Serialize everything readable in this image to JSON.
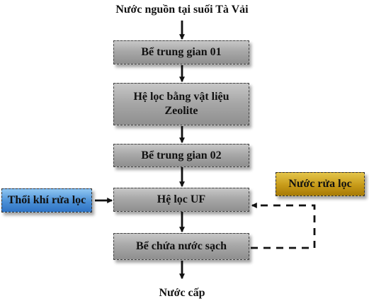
{
  "diagram": {
    "source_label": "Nước nguồn tại suối Tà Vải",
    "steps": [
      "Bể trung gian 01",
      "Hệ lọc bằng vật liệu\nZeolite",
      "Bể trung gian 02",
      "Hệ lọc UF",
      "Bể chứa nước sạch"
    ],
    "output_label": "Nước cấp",
    "left_input": "Thổi khí rửa lọc",
    "right_input": "Nước rửa lọc",
    "colors": {
      "process_box": "#a8a8a8",
      "blue_box": "#4a8fd6",
      "gold_box": "#c79a18",
      "lines": "#111111"
    }
  }
}
